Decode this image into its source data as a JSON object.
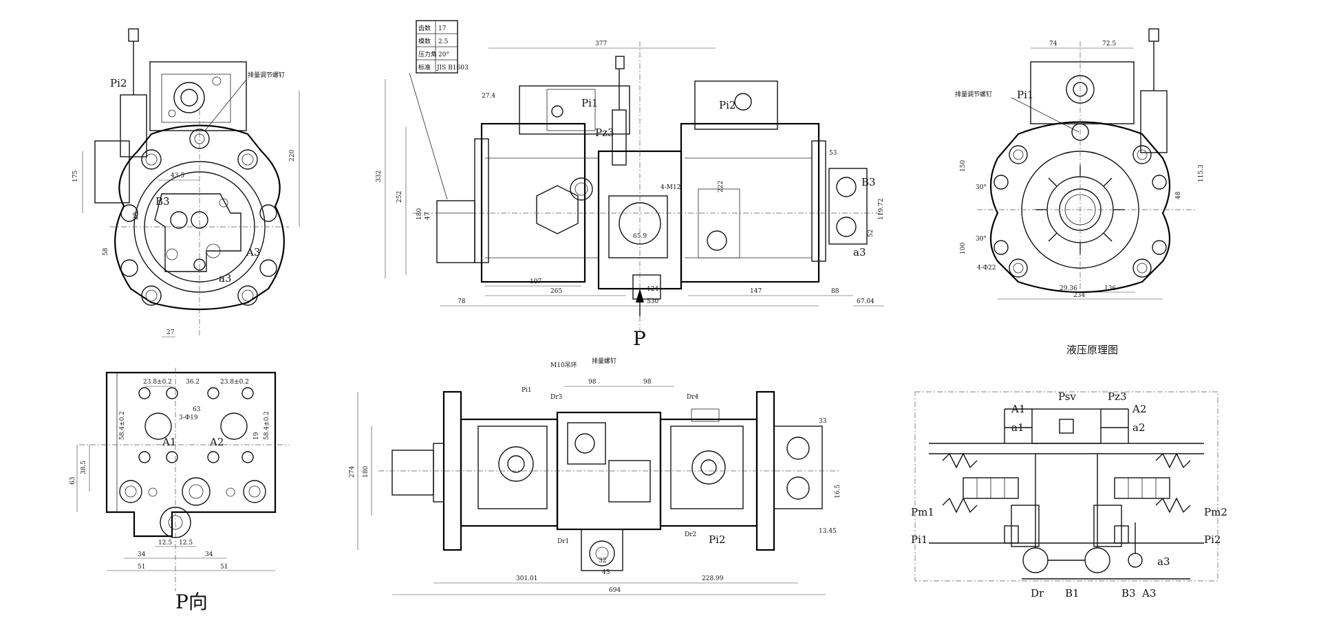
{
  "gear_table": [
    {
      "k": "齿数",
      "v": "17"
    },
    {
      "k": "模数",
      "v": "2.5"
    },
    {
      "k": "压力角",
      "v": "20°"
    },
    {
      "k": "标准",
      "v": "JIS B1603"
    }
  ],
  "labels": {
    "pi2": "Pi2",
    "pi1": "Pi1",
    "pz3": "Pz3",
    "b3": "B3",
    "a3": "A3",
    "a3_small": "a3",
    "a1": "A1",
    "a2": "A2",
    "p": "P",
    "p_dir": "P向",
    "hydraulic_title": "液压原理图",
    "adj_screw": "排量调节螺钉",
    "adj_screw2": "排量调节螺钉",
    "adj_nail": "排量螺钉",
    "m10": "M10吊环",
    "dr1": "Dr1",
    "dr2": "Dr2",
    "dr3": "Dr3",
    "dr4": "Dr4",
    "psv": "Psv",
    "pz3_s": "Pz3",
    "a1_s": "A1",
    "a2_s": "A2",
    "a1l": "a1",
    "a2l": "a2",
    "pm1": "Pm1",
    "pm2": "Pm2",
    "pi1_s": "Pi1",
    "pi2_s": "Pi2",
    "a3_s": "a3",
    "dr": "Dr",
    "b1": "B1",
    "b3_s": "B3",
    "a3_b": "A3"
  },
  "dims": {
    "d220": "220",
    "d175": "175",
    "d43_5": "43.5",
    "d28": "28",
    "d58": "58",
    "d27": "27",
    "d377": "377",
    "d27_4": "27.4",
    "d332": "332",
    "d252": "252",
    "d180": "180",
    "d47": "47",
    "d107": "107",
    "d265": "265",
    "d530": "530",
    "d78": "78",
    "d147": "147",
    "d88": "88",
    "d67_04": "67.04",
    "d124": "124",
    "d65_9": "65.9",
    "d53": "53",
    "d119_72": "119.72",
    "d52": "52",
    "d4m12": "4-M12",
    "d222": "222",
    "d74": "74",
    "d72_5": "72.5",
    "d150": "150",
    "d100": "100",
    "d30a": "30°",
    "d30b": "30°",
    "d4phi22": "4-Φ22",
    "d115_3": "115.3",
    "d48": "48",
    "d29_36": "29.36",
    "d136": "136",
    "d234": "234",
    "d23_8a": "23.8±0.2",
    "d36_2": "36.2",
    "d23_8b": "23.8±0.2",
    "d3phi19": "3-Φ19",
    "d63": "63",
    "d58_4a": "58.4±0.2",
    "d58_4b": "58.4±0.2",
    "d38_5": "38.5",
    "d63v": "63",
    "d19": "19",
    "d12_5a": "12.5",
    "d12_5b": "12.5",
    "d34a": "34",
    "d34b": "34",
    "d51a": "51",
    "d51b": "51",
    "d98a": "98",
    "d98b": "98",
    "d33": "33",
    "d274": "274",
    "d180b": "180",
    "d16_5": "16.5",
    "d13_45": "13.45",
    "d301": "301.01",
    "d228": "228.99",
    "d694": "694",
    "d32": "32",
    "d45": "45"
  }
}
